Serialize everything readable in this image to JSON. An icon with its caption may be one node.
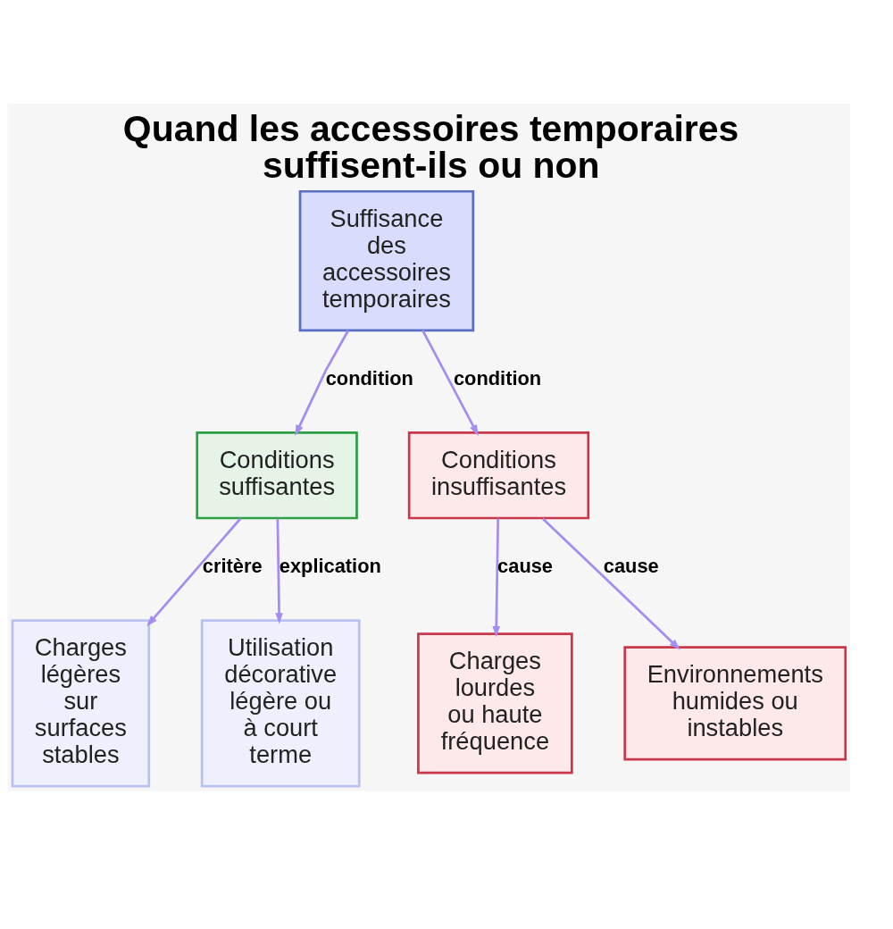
{
  "diagram": {
    "title": "Quand les accessoires temporaires suffisent-ils ou non",
    "nodes": [
      {
        "text": [
          "Suffisance des accessoires temporaires"
        ]
      },
      {
        "text": [
          "Conditions suffisantes"
        ]
      },
      {
        "text": [
          "Conditions insuffisantes"
        ]
      },
      {
        "text": [
          "Charges légères sur surfaces stables"
        ]
      },
      {
        "text": [
          "Utilisation décorative légère ou à court terme"
        ]
      },
      {
        "text": [
          "Charges lourdes ou haute fréquence"
        ]
      },
      {
        "text": [
          "Environnements humides ou instables"
        ]
      }
    ],
    "edges": [
      {
        "from": 0,
        "to": 1,
        "arrow": "to",
        "label": "condition"
      },
      {
        "from": 0,
        "to": 2,
        "arrow": "to",
        "label": "condition"
      },
      {
        "from": 1,
        "to": 3,
        "arrow": "to",
        "label": "critère"
      },
      {
        "from": 1,
        "to": 4,
        "arrow": "to",
        "label": "explication"
      },
      {
        "from": 2,
        "to": 5,
        "arrow": "to",
        "label": "cause"
      },
      {
        "from": 2,
        "to": 6,
        "arrow": "to",
        "label": "cause"
      }
    ]
  }
}
